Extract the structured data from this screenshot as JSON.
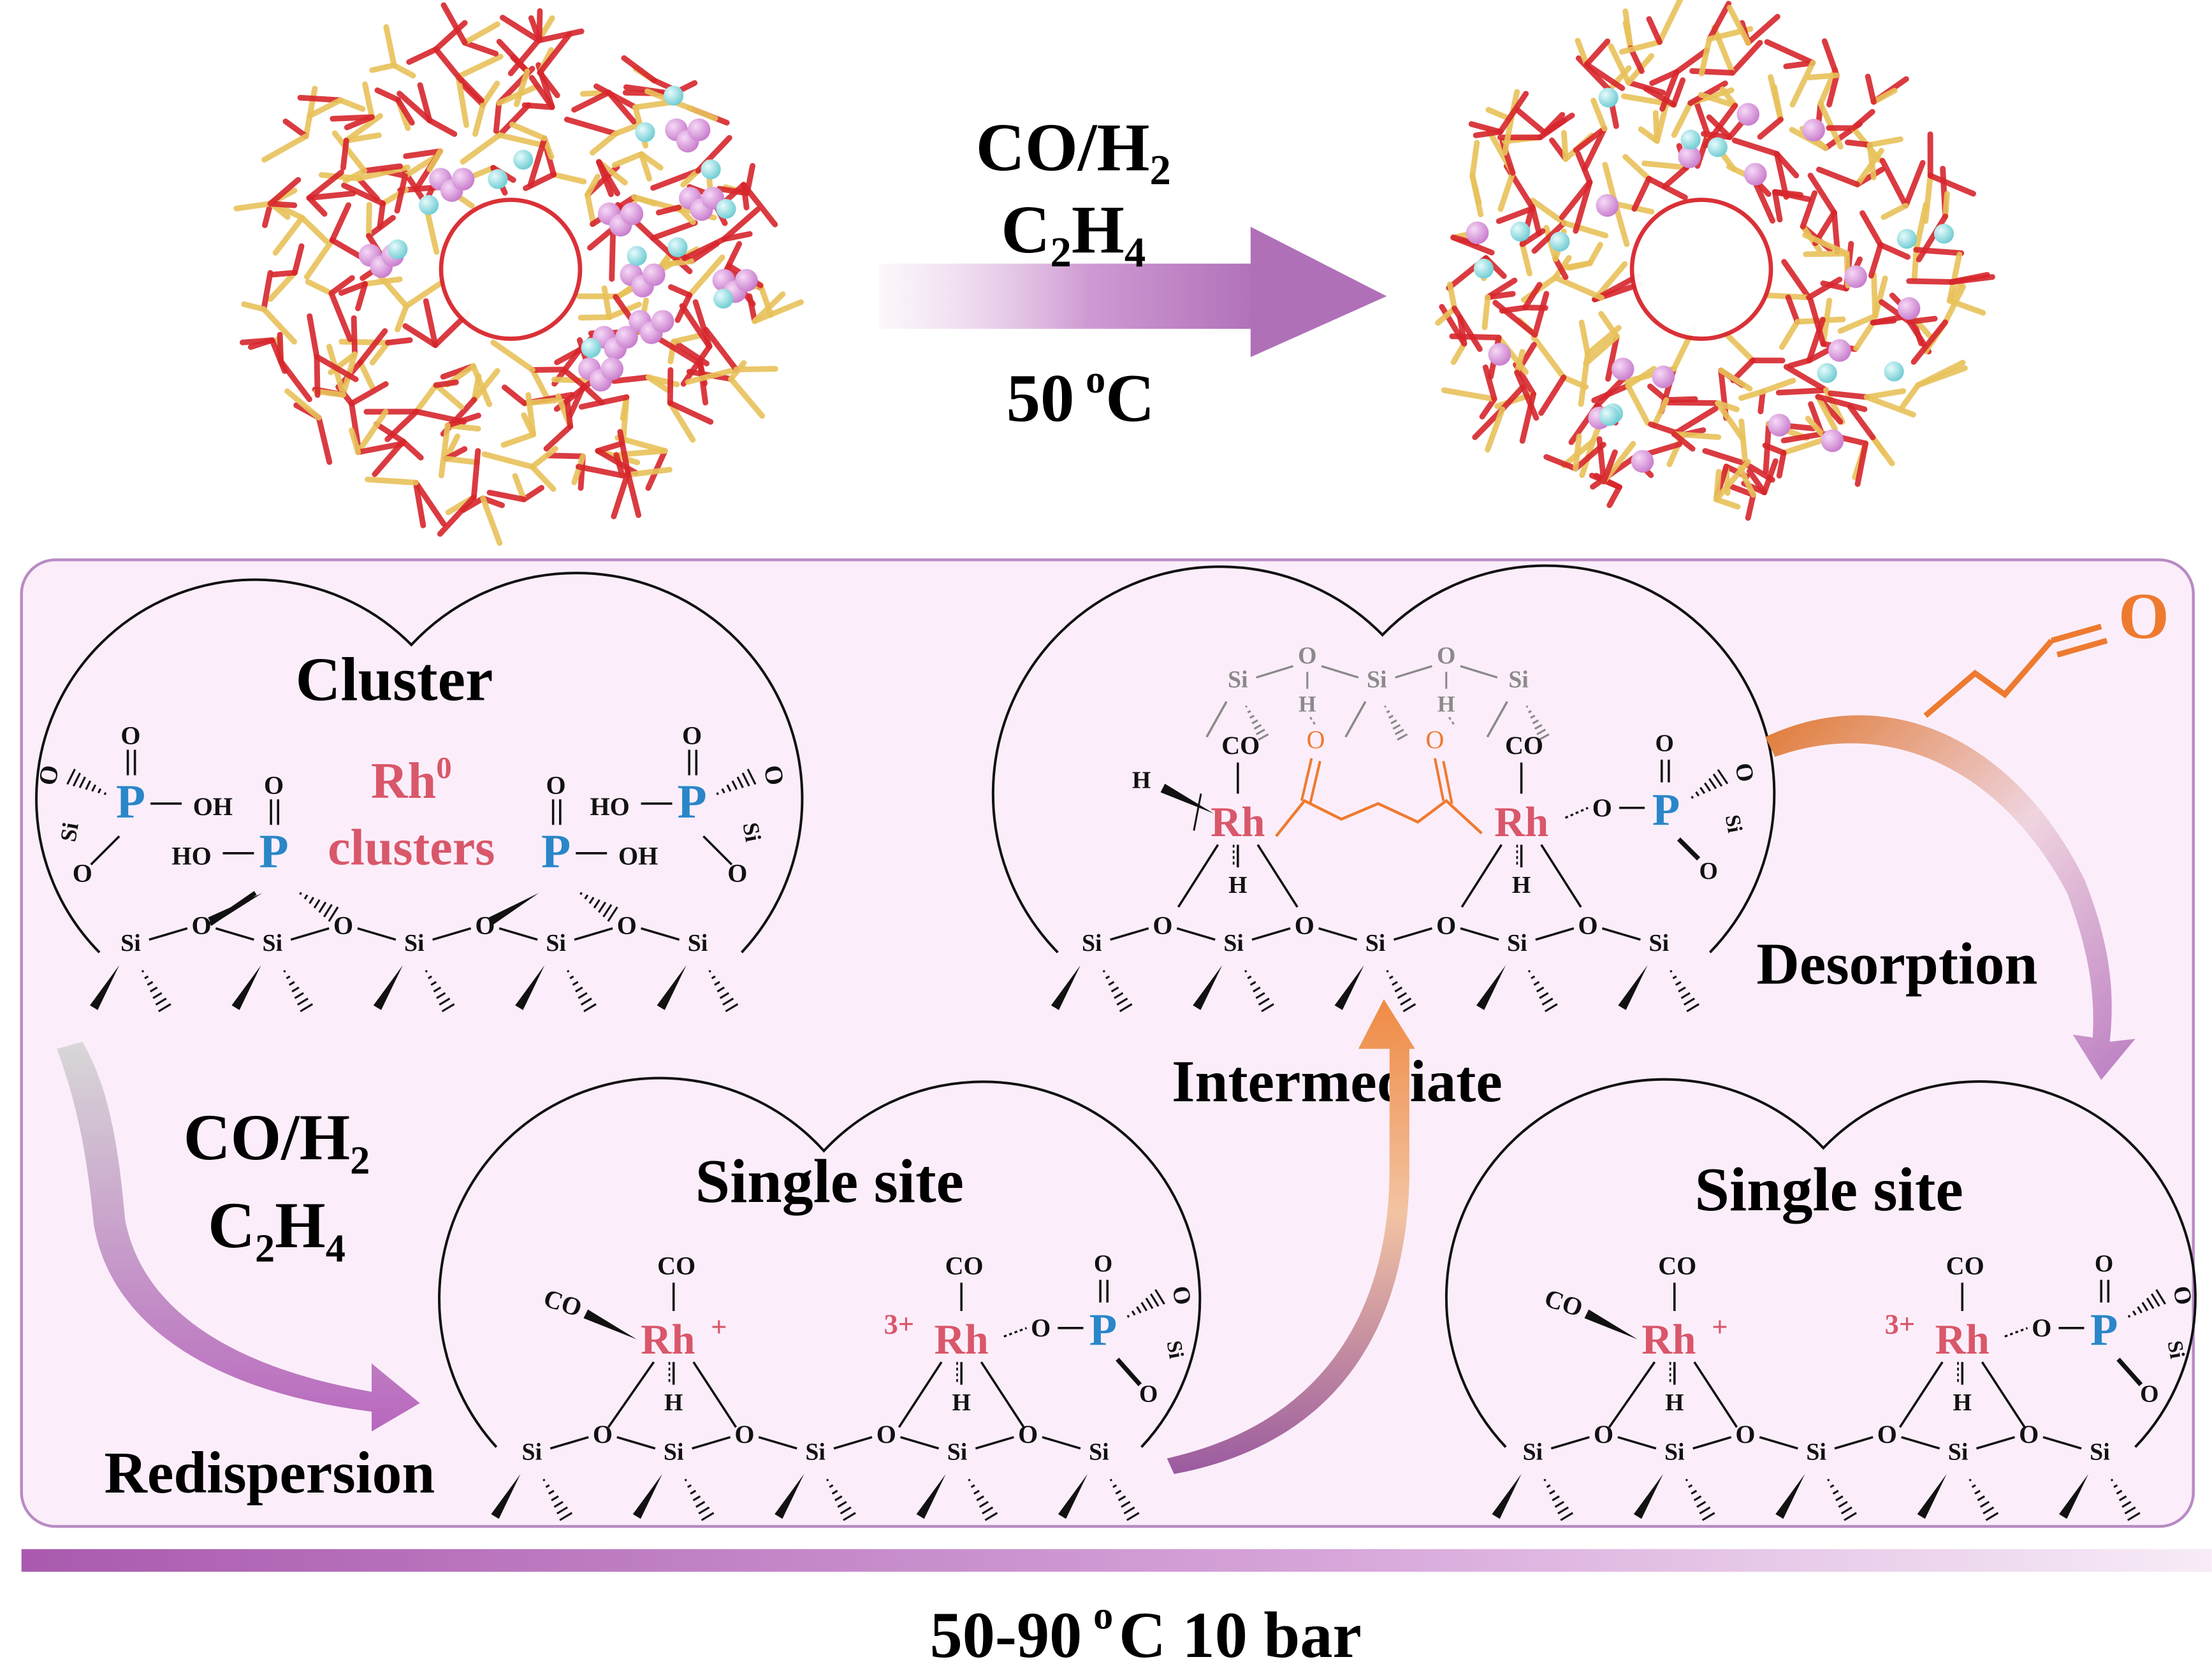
{
  "colors": {
    "background": "#ffffff",
    "panel_fill": "#fbeefa",
    "panel_border": "#b88bc4",
    "arrow_purple": "#b070b8",
    "arrow_orange": "#ef7c34",
    "rh_red": "#d9576a",
    "phosphorus_blue": "#2a86c8",
    "ligand_orange": "#ee7a30",
    "silanol_gray": "#8a8a8a",
    "framework_red": "#d7262d",
    "framework_yellow": "#e8c25a",
    "rh_sphere": "#d58fd8",
    "p_sphere": "#7fd8dc"
  },
  "top": {
    "arrow_label_line1": "CO/H",
    "arrow_label_line1_sub": "2",
    "arrow_label_line2_pre": "C",
    "arrow_label_line2_sub1": "2",
    "arrow_label_line2_mid": "H",
    "arrow_label_line2_sub2": "4",
    "temp_value": "50",
    "temp_sup": "o",
    "temp_unit": "C",
    "left_zeolite_icon": "zeolite-framework-with-rh-clusters",
    "right_zeolite_icon": "zeolite-framework-with-dispersed-rh"
  },
  "panel": {
    "cluster_title": "Cluster",
    "rh_cluster_label": "Rh",
    "rh_cluster_sup": "0",
    "rh_cluster_label2": "clusters",
    "single_site_title_1": "Single site",
    "single_site_title_2": "Single site",
    "intermediate_label": "Intermediate",
    "desorption_label": "Desorption",
    "redispersion_label": "Redispersion",
    "gas_label_line1": "CO/H",
    "gas_label_line1_sub": "2",
    "gas_label_line2_pre": "C",
    "gas_label_line2_sub1": "2",
    "gas_label_line2_mid": "H",
    "gas_label_line2_sub2": "4",
    "product_icon": "propanal-product-structure"
  },
  "chem": {
    "si": "Si",
    "o": "O",
    "p": "P",
    "oh": "OH",
    "ho": "HO",
    "h": "H",
    "co": "CO",
    "rh": "Rh",
    "rh_plus": "+",
    "three_plus": "3+",
    "product_o": "O"
  },
  "bottom": {
    "condition_range": "50-90",
    "condition_sup": "o",
    "condition_unit": "C 10 bar"
  }
}
